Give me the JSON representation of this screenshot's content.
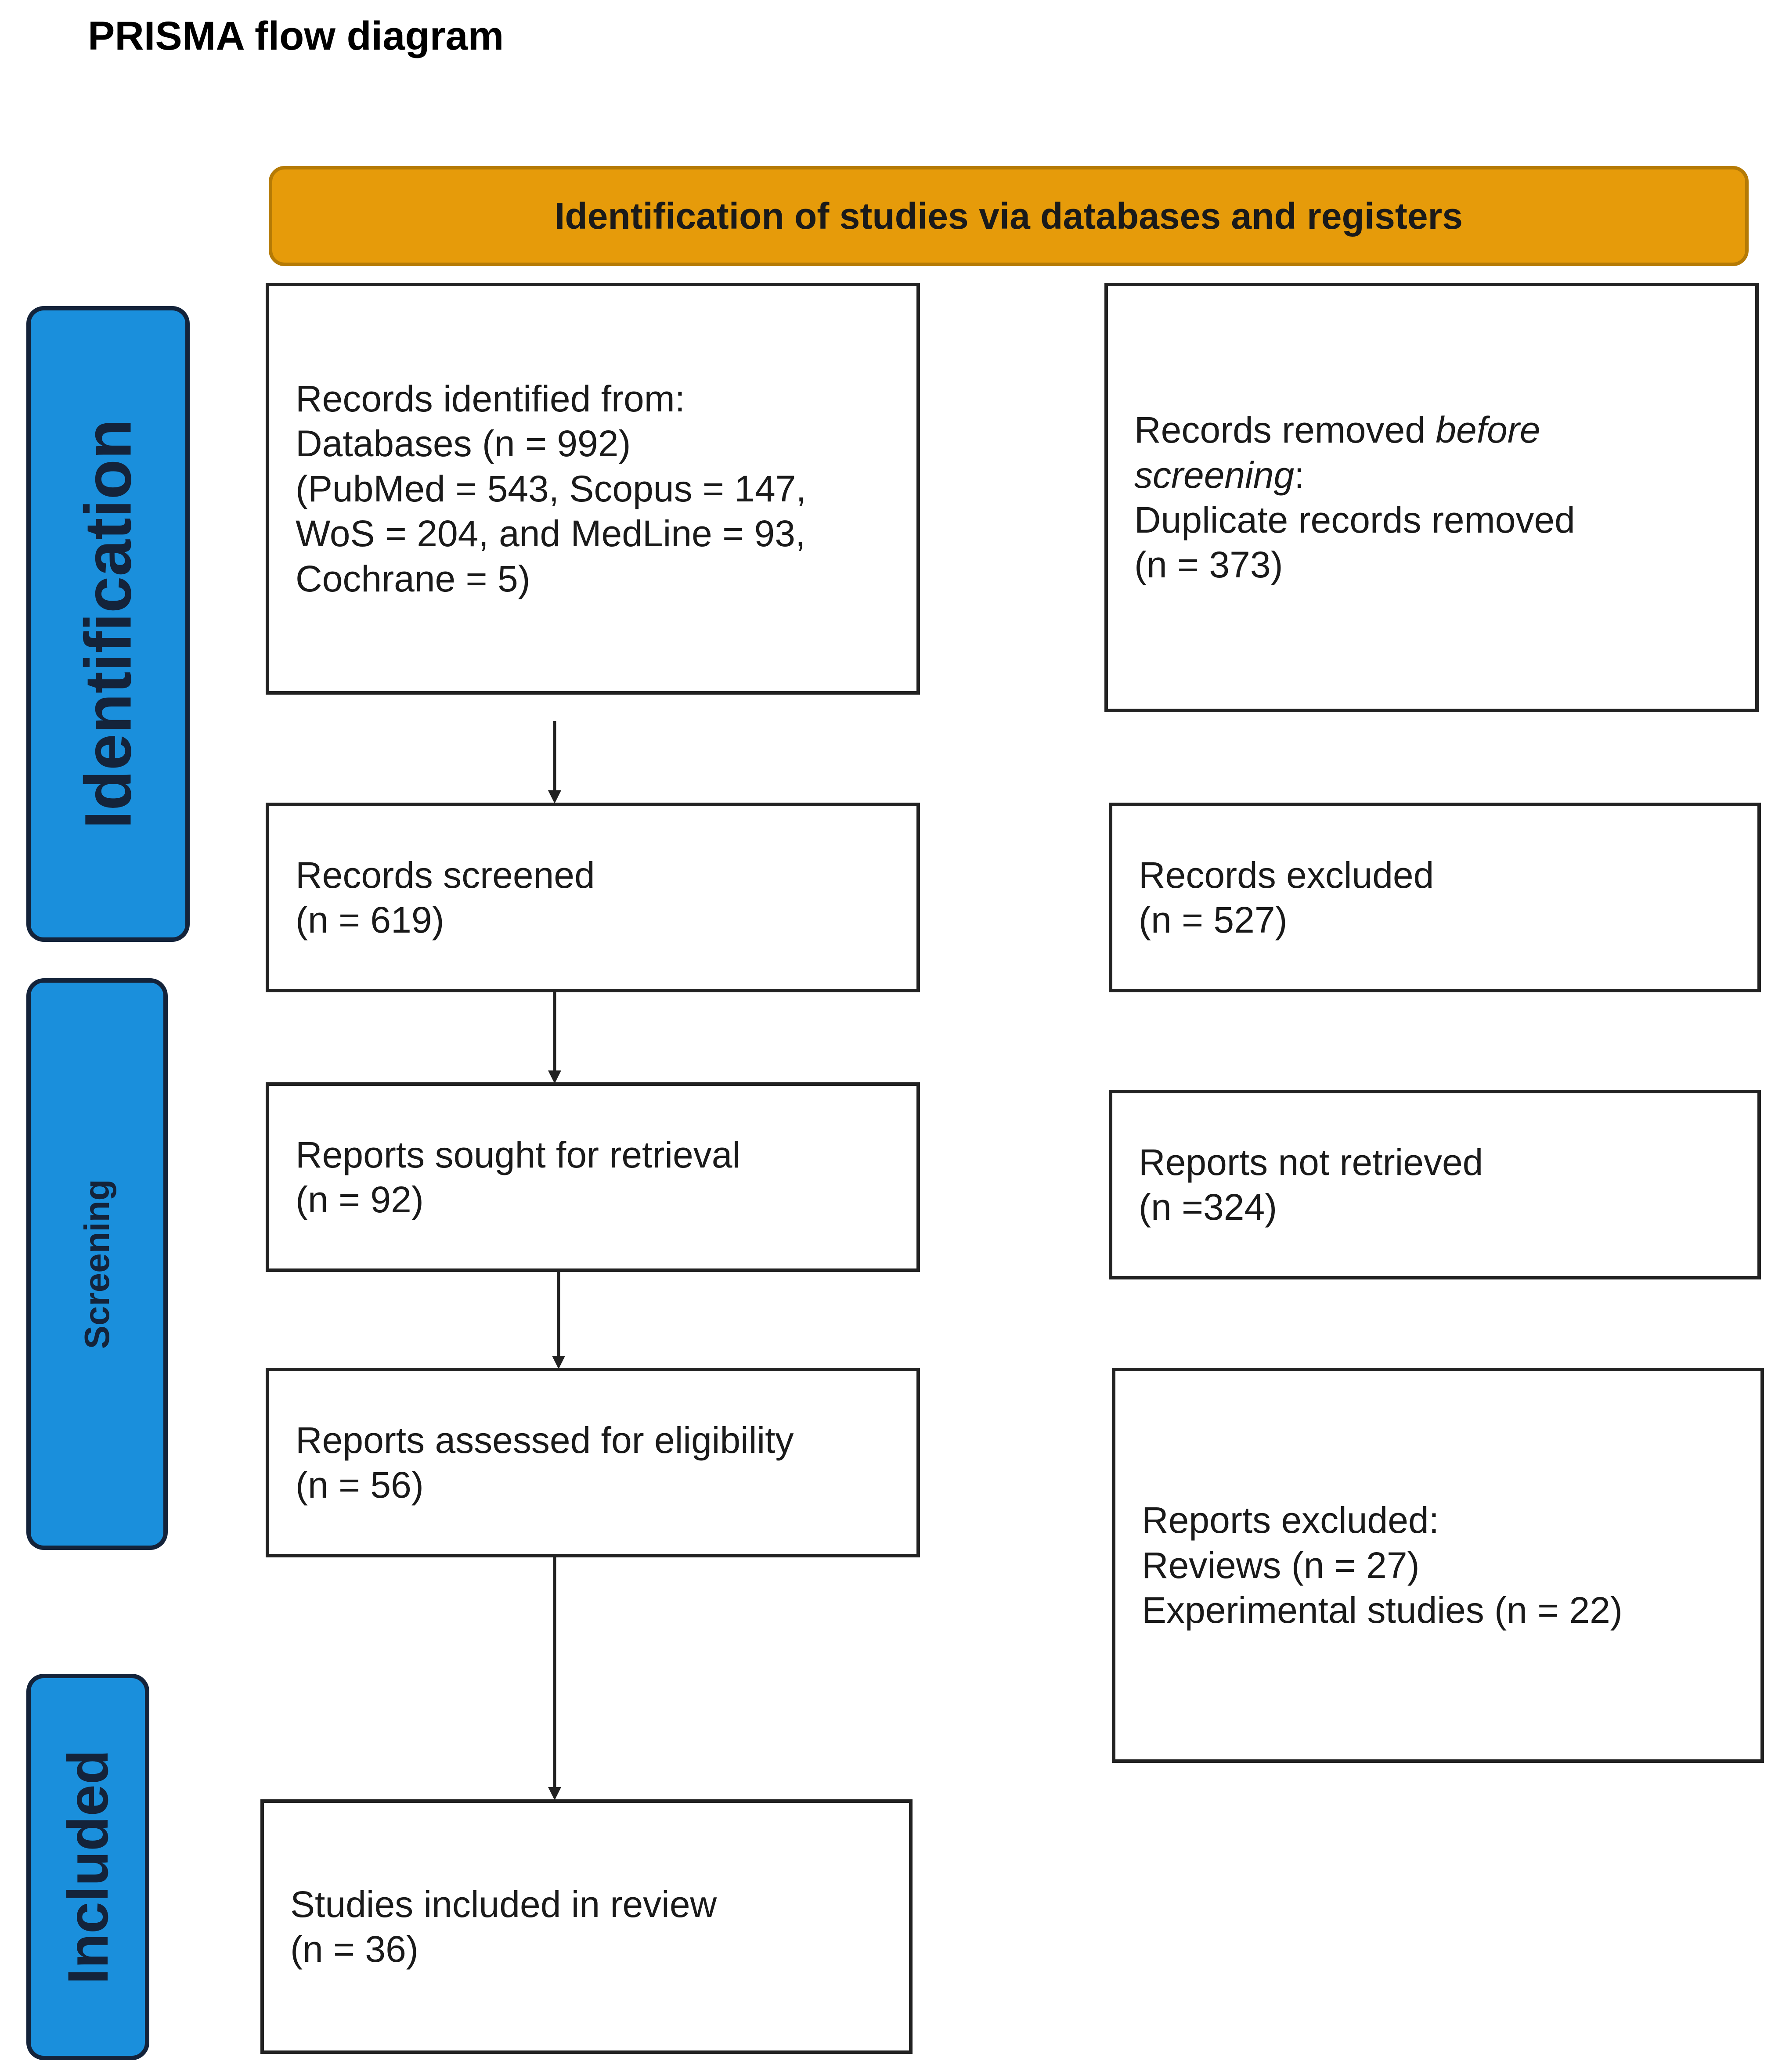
{
  "page_title": "PRISMA flow diagram",
  "header": "Identification of studies via databases and registers",
  "phases": {
    "identification": "Identification",
    "screening": "Screening",
    "included": "Included"
  },
  "boxes": {
    "records_identified": "Records identified from:\nDatabases (n = 992)\n(PubMed = 543, Scopus = 147,\nWoS = 204, and MedLine = 93,\nCochrane = 5)",
    "records_removed_prefix": "Records removed ",
    "records_removed_em1": "before",
    "records_removed_em2": "screening",
    "records_removed_suffix": ":\nDuplicate records removed\n(n = 373)",
    "records_screened": "Records screened\n(n = 619)",
    "records_excluded": "Records excluded\n(n = 527)",
    "reports_sought": "Reports sought for retrieval\n(n = 92)",
    "reports_not_retrieved": "Reports not retrieved\n(n =324)",
    "reports_assessed": "Reports assessed for eligibility\n(n = 56)",
    "reports_excluded": "Reports excluded:\nReviews (n = 27)\nExperimental studies  (n = 22)",
    "studies_included": "Studies included in review\n(n = 36)"
  }
}
